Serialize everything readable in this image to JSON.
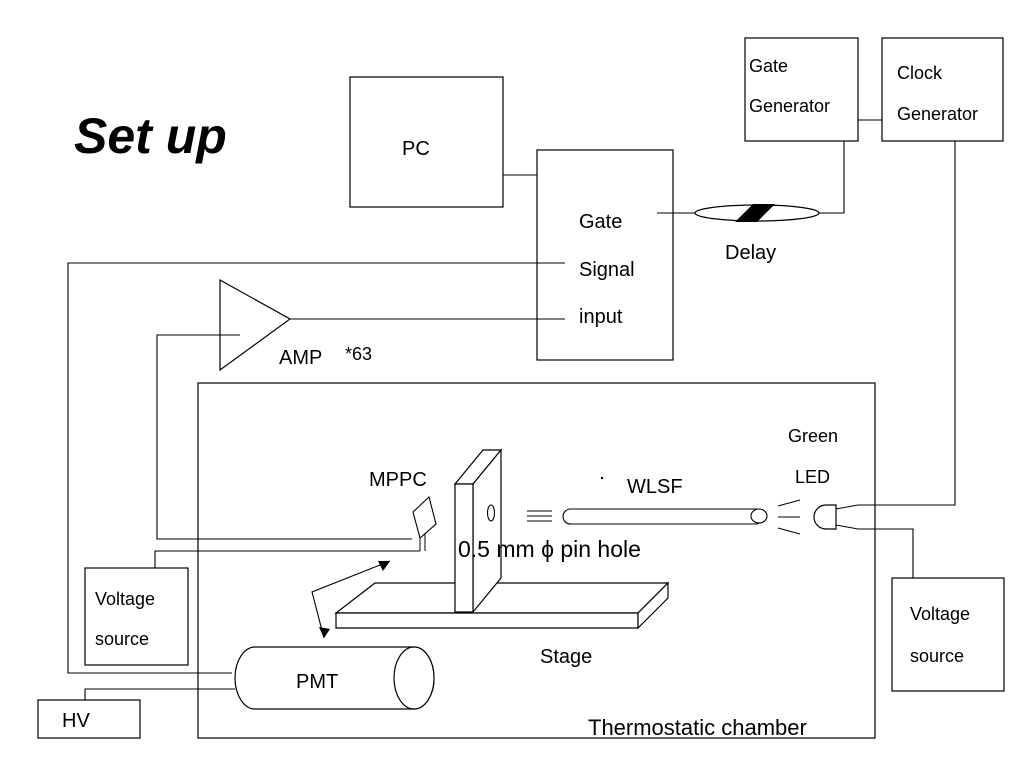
{
  "title": "Set up",
  "labels": {
    "pc": "PC",
    "gate_generator_1": "Gate",
    "gate_generator_2": "Generator",
    "clock_generator_1": "Clock",
    "clock_generator_2": "Generator",
    "gate": "Gate",
    "signal": "Signal",
    "input": "input",
    "delay": "Delay",
    "amp": "AMP",
    "amp_gain": "*63",
    "mppc": "MPPC",
    "wlsf": "WLSF",
    "green": "Green",
    "led": "LED",
    "pin_hole": "0.5 mm ϕ pin hole",
    "voltage_left_1": "Voltage",
    "voltage_left_2": "source",
    "voltage_right_1": "Voltage",
    "voltage_right_2": "source",
    "stage": "Stage",
    "pmt": "PMT",
    "hv": "HV",
    "chamber": "Thermostatic chamber"
  }
}
